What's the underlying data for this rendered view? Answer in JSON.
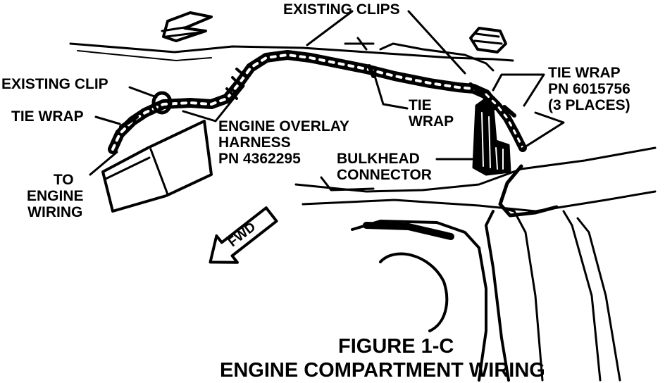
{
  "labels": {
    "existing_clips": "EXISTING CLIPS",
    "existing_clip": "EXISTING CLIP",
    "tie_wrap_left": "TIE WRAP",
    "to_engine_wiring": [
      "TO",
      "ENGINE",
      "WIRING"
    ],
    "engine_overlay_harness": [
      "ENGINE OVERLAY",
      "HARNESS",
      "PN 4362295"
    ],
    "tie_wrap_center": [
      "TIE",
      "WRAP"
    ],
    "tie_wrap_pn": [
      "TIE WRAP",
      "PN 6015756",
      "(3 PLACES)"
    ],
    "bulkhead_connector": [
      "BULKHEAD",
      "CONNECTOR"
    ],
    "fwd": "FWD"
  },
  "caption": {
    "figure": "FIGURE 1-C",
    "title": "ENGINE COMPARTMENT WIRING"
  },
  "colors": {
    "ink": "#000000",
    "paper": "#ffffff"
  }
}
